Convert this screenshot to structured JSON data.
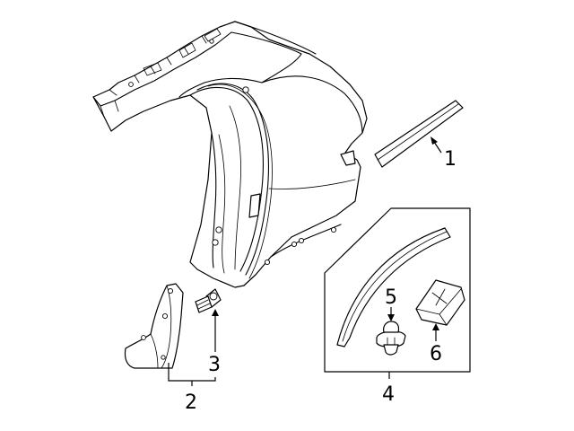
{
  "callouts": {
    "c1": "1",
    "c2": "2",
    "c3": "3",
    "c4": "4",
    "c5": "5",
    "c6": "6"
  },
  "colors": {
    "line": "#000000",
    "fill": "#ffffff",
    "background": "#ffffff"
  }
}
